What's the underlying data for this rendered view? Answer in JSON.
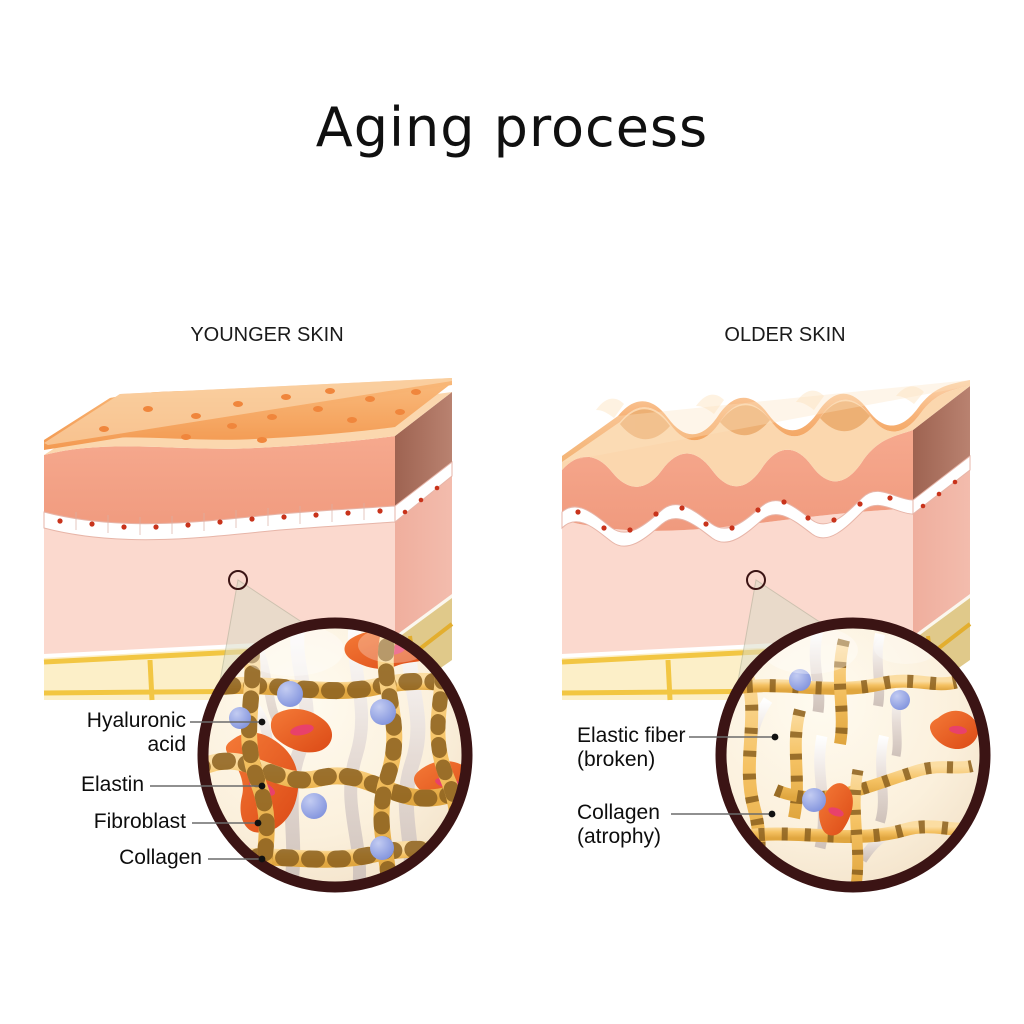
{
  "title": "Aging process",
  "panels": [
    {
      "id": "younger",
      "label": "YOUNGER SKIN",
      "annotations": [
        {
          "name": "hyaluronic-acid",
          "text": "Hyaluronic\nacid"
        },
        {
          "name": "elastin",
          "text": "Elastin"
        },
        {
          "name": "fibroblast",
          "text": "Fibroblast"
        },
        {
          "name": "collagen",
          "text": "Collagen"
        }
      ]
    },
    {
      "id": "older",
      "label": "OLDER SKIN",
      "annotations": [
        {
          "name": "elastic-fiber-broken",
          "text": "Elastic fiber\n(broken)"
        },
        {
          "name": "collagen-atrophy",
          "text": "Collagen\n(atrophy)"
        }
      ]
    }
  ],
  "colors": {
    "epidermis_top": "#F7AE6A",
    "epidermis_top_light": "#FBD7AE",
    "epidermis_front": "#F3A086",
    "epidermis_side": "#A9705C",
    "dermis_front": "#FBD9CE",
    "dermis_side": "#EDAA9A",
    "fat_cell": "#FCEFC8",
    "fat_border": "#F2C43C",
    "fat_side": "#E0C98A",
    "basement": "#FFFFFF",
    "basement_nucleus": "#C8331B",
    "pore": "#F0863C",
    "ring": "#3B1414",
    "inset_bg": "#FBF0DC",
    "collagen": "#F5C263",
    "collagen_band": "#8B6020",
    "elastin": "#E3DAD4",
    "fibroblast": "#E8551F",
    "fibroblast_nucleus": "#E8416B",
    "hyaluronic": "#8A9CE0",
    "cone": "#DCDCC8",
    "leader": "#6B6B6B"
  }
}
